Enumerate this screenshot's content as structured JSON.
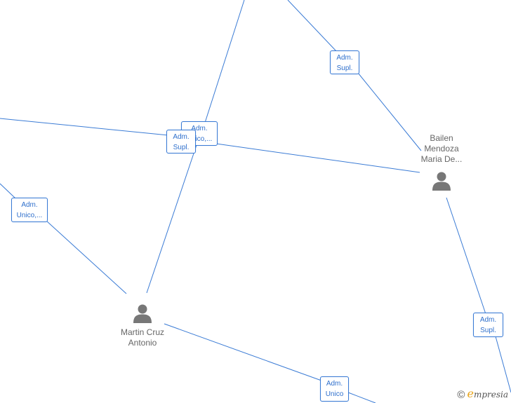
{
  "nodes": [
    {
      "id": "bailen",
      "name": "Bailen\nMendoza\nMaria De...",
      "icon": "person-icon"
    },
    {
      "id": "martin",
      "name": "Martin Cruz\nAntonio",
      "icon": "person-icon"
    }
  ],
  "edge_labels": [
    {
      "id": "l1",
      "text": "Adm.\nSupl."
    },
    {
      "id": "l2",
      "text": "Adm.\nUnico,..."
    },
    {
      "id": "l3",
      "text": "Adm.\nSupl."
    },
    {
      "id": "l4",
      "text": "Adm.\nUnico,..."
    },
    {
      "id": "l5",
      "text": "Adm.\nSupl."
    },
    {
      "id": "l6",
      "text": "Adm.\nUnico"
    }
  ],
  "branding": {
    "copyright": "©",
    "e": "e",
    "rest": "mpresia"
  },
  "colors": {
    "edge": "#3a7bd5",
    "label_text": "#2e6fcc",
    "node_text": "#666666",
    "icon": "#777777"
  }
}
